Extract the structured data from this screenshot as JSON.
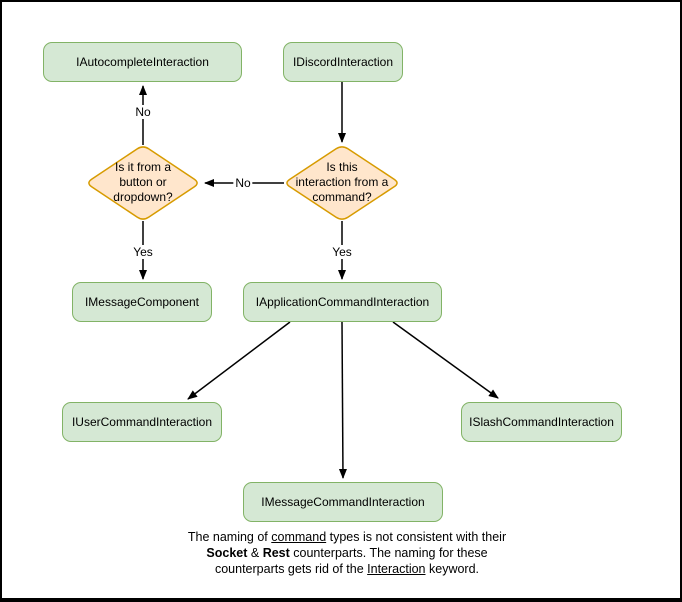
{
  "diagram": {
    "nodes": {
      "autocomplete": "IAutocompleteInteraction",
      "discord": "IDiscordInteraction",
      "message_component": "IMessageComponent",
      "application_command": "IApplicationCommandInteraction",
      "user_command": "IUserCommandInteraction",
      "slash_command": "ISlashCommandInteraction",
      "message_command": "IMessageCommandInteraction"
    },
    "decisions": {
      "component": {
        "lines": [
          "Is it from a",
          "button or",
          "dropdown?"
        ]
      },
      "command": {
        "lines": [
          "Is this",
          "interaction from a",
          "command?"
        ]
      }
    },
    "edge_labels": {
      "no_to_autocomplete": "No",
      "no_to_component": "No",
      "yes_to_message_component": "Yes",
      "yes_to_application_command": "Yes"
    },
    "note": {
      "line1_pre": "The naming of ",
      "line1_underlined": "command",
      "line1_post": " types is not consistent with their",
      "line2_bold1": "Socket",
      "line2_amp": " & ",
      "line2_bold2": "Rest",
      "line2_post": " counterparts. The naming for these",
      "line3_pre": "counterparts gets rid of the ",
      "line3_underlined": "Interaction",
      "line3_post": " keyword."
    },
    "colors": {
      "node_fill": "#d5e8d4",
      "node_stroke": "#82b366",
      "decision_fill": "#ffe6cc",
      "decision_stroke": "#d79b00",
      "arrow": "#000000",
      "page_border": "#000000",
      "background": "#ffffff"
    }
  }
}
